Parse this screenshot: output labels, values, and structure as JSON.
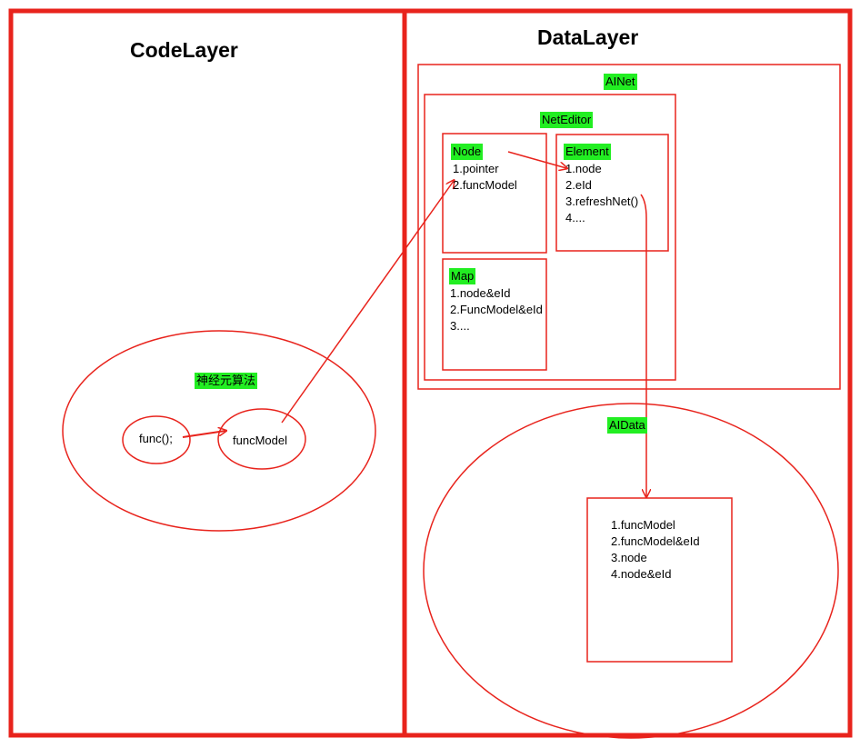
{
  "code_layer": {
    "title": "CodeLayer",
    "algorithm_label": "神经元算法",
    "func_label": "func();",
    "funcmodel_label": "funcModel"
  },
  "data_layer": {
    "title": "DataLayer",
    "ainet_label": "AINet",
    "neteditor_label": "NetEditor",
    "node": {
      "label": "Node",
      "items": [
        "1.pointer",
        "2.funcModel"
      ]
    },
    "element": {
      "label": "Element",
      "items": [
        "1.node",
        "2.eId",
        "3.refreshNet()",
        "4...."
      ]
    },
    "map": {
      "label": "Map",
      "items": [
        "1.node&eId",
        "2.FuncModel&eId",
        "3...."
      ]
    },
    "aidata": {
      "label": "AIData",
      "items": [
        "1.funcModel",
        "2.funcModel&eId",
        "3.node",
        "4.node&eId"
      ]
    }
  },
  "colors": {
    "line": "#e8231c",
    "highlight": "#22ee22",
    "text": "#000000"
  }
}
